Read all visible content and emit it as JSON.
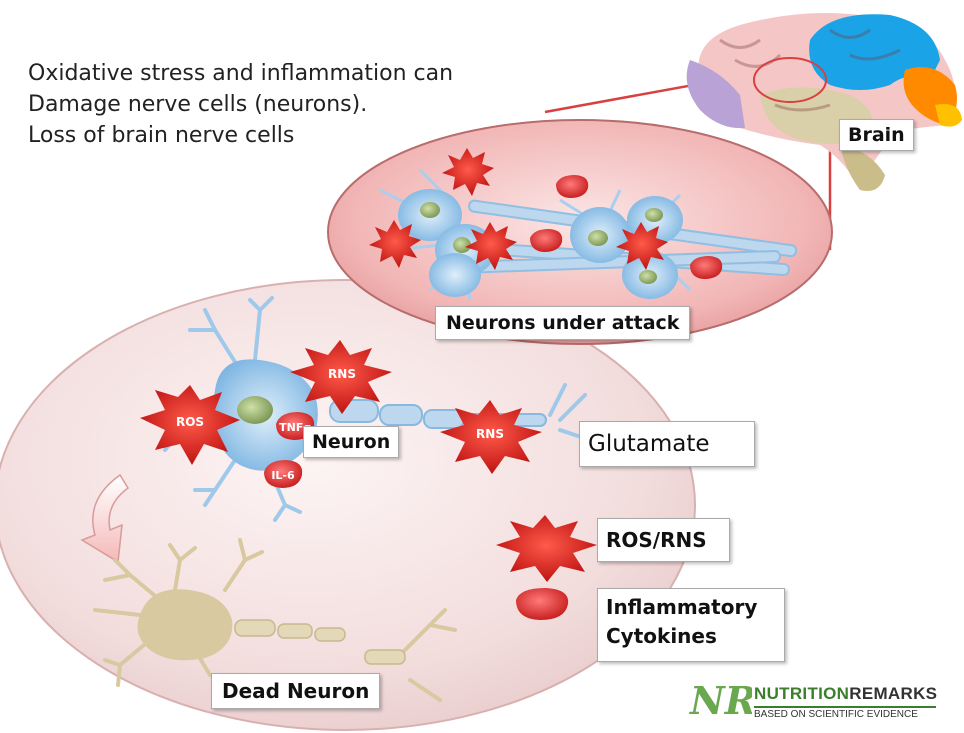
{
  "intro": {
    "line1": "Oxidative stress and inflammation can",
    "line2": "Damage nerve cells (neurons).",
    "line3": "Loss of brain nerve cells"
  },
  "labels": {
    "brain": "Brain",
    "attack": "Neurons under attack",
    "neuron": "Neuron",
    "glutamate": "Glutamate",
    "ros_rns": "ROS/RNS",
    "cytokines_line1": "Inflammatory",
    "cytokines_line2": "Cytokines",
    "dead_neuron": "Dead Neuron"
  },
  "burst_tags": {
    "ros": "ROS",
    "rns_top": "RNS",
    "rns_axon": "RNS",
    "tnf": "TNFα",
    "il6": "IL-6"
  },
  "logo": {
    "mark": "NR",
    "brand_part1": "NUTRITION",
    "brand_part2": "REMARKS",
    "tagline": "BASED ON SCIENTIFIC EVIDENCE"
  },
  "colors": {
    "burst_red": "#d81e1e",
    "cytokine_red": "#e03a3a",
    "neuron_blue": "#9ec9ea",
    "dead_beige": "#d8c9a0",
    "ellipse_pink": "#f2b6b6",
    "brain_blue": "#1aa3e6",
    "brain_orange": "#ff8a00",
    "brand_green": "#3a7f2c"
  }
}
